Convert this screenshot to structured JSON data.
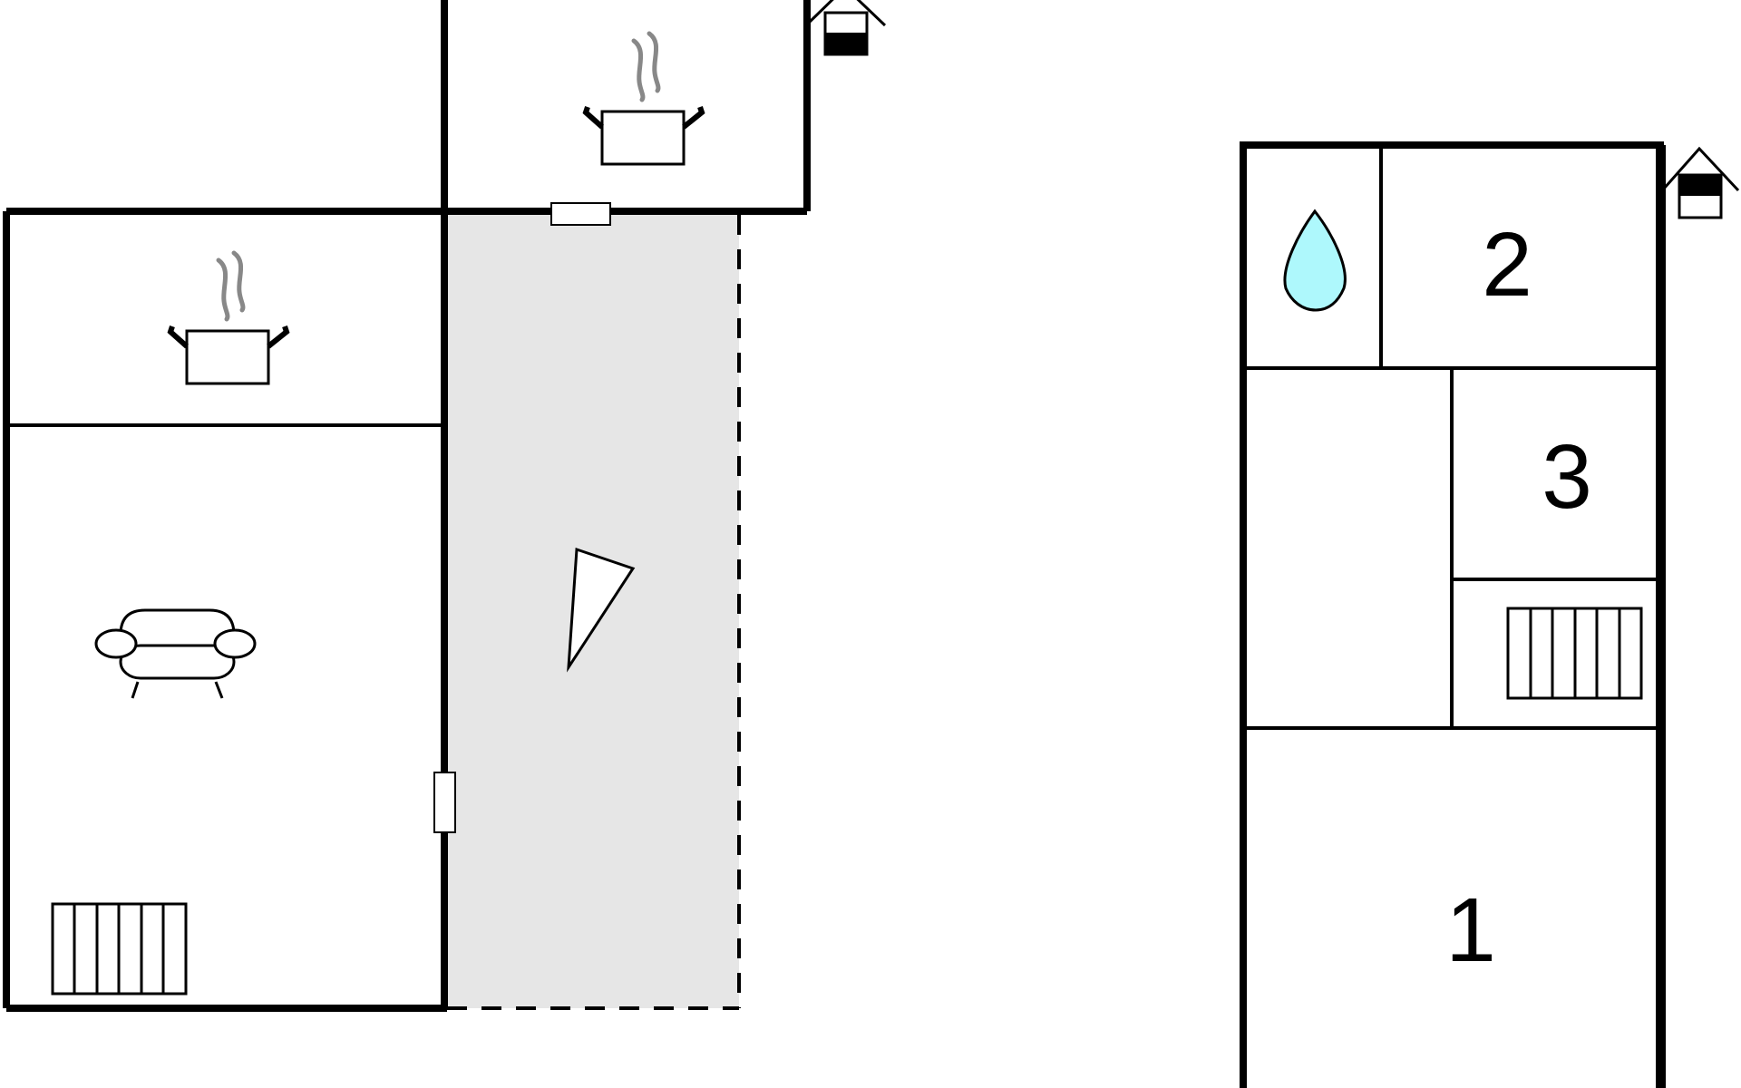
{
  "rooms": [
    {
      "id": "room-1",
      "label": "1"
    },
    {
      "id": "room-2",
      "label": "2"
    },
    {
      "id": "room-3",
      "label": "3"
    }
  ],
  "icons": {
    "kitchen": "cooking-pot-icon",
    "living": "sofa-icon",
    "heater": "radiator-icon",
    "bathroom": "water-drop-icon",
    "terrace": "sunshade-icon",
    "level": "floor-level-icon"
  },
  "colors": {
    "wall": "#000000",
    "terrace_fill": "#e6e6e6",
    "steam": "#888888",
    "water": "#aef8fc"
  }
}
